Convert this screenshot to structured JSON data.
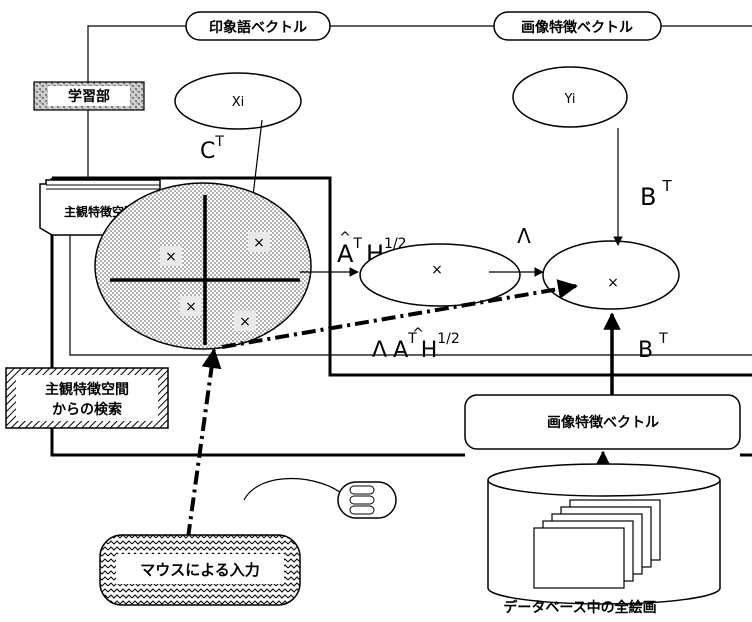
{
  "labels": {
    "impression_vector": "印象語ベクトル",
    "image_feature_vector_top": "画像特徴ベクトル",
    "learning_unit": "学習部",
    "subjective_feature_space": "主観特徴空間",
    "xi": "Xi",
    "yi": "Yi",
    "ct_base": "C",
    "ct_sup": "T",
    "bt_top_base": "B",
    "bt_top_sup": "T",
    "ah_base": "A",
    "ah_sup": "T",
    "ah_h": "H",
    "ah_h_sup": "1/2",
    "lambda": "Λ",
    "lah_lambda": "Λ",
    "lah_base": "A",
    "lah_sup": "T",
    "lah_h": "H",
    "lah_h_sup": "1/2",
    "bt_bottom_base": "B",
    "bt_bottom_sup": "T",
    "search_line1": "主観特徴空間",
    "search_line2": "からの検索",
    "image_feature_vector_bottom": "画像特徴ベクトル",
    "mouse_input": "マウスによる入力",
    "database_caption": "データベース中の全絵画",
    "cross": "×"
  },
  "colors": {
    "ink": "#000000",
    "paper": "#ffffff",
    "stipple": "#8a8a8a"
  }
}
